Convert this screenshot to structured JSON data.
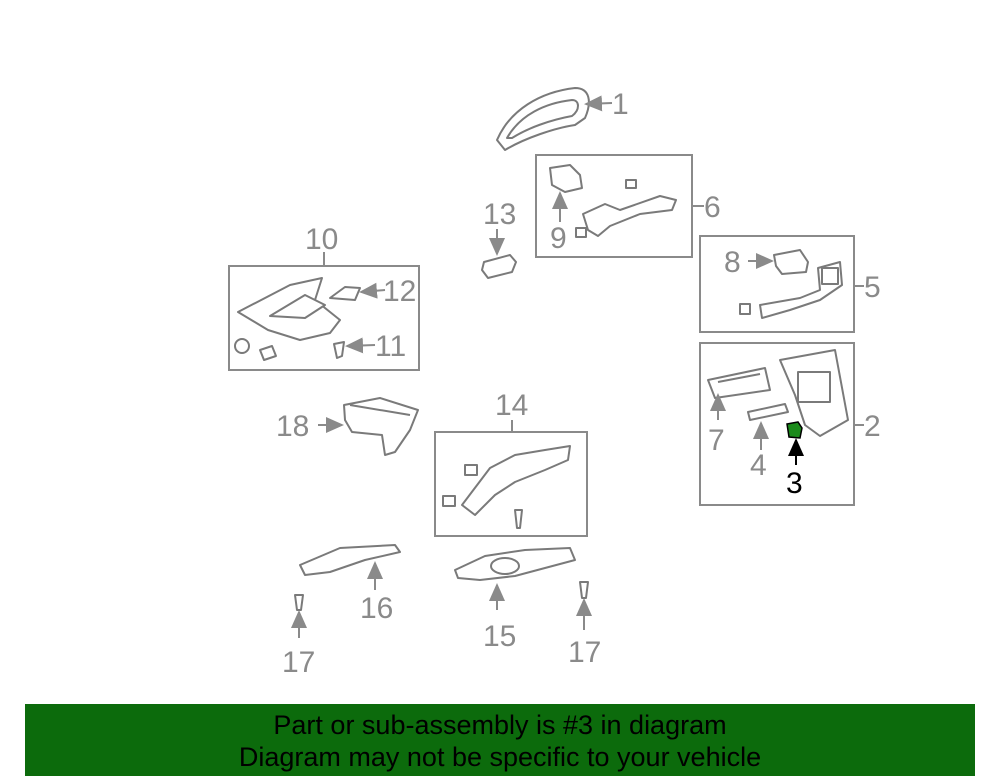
{
  "callouts": {
    "c1": "1",
    "c2": "2",
    "c3": "3",
    "c4": "4",
    "c5": "5",
    "c6": "6",
    "c7": "7",
    "c8": "8",
    "c9": "9",
    "c10": "10",
    "c11": "11",
    "c12": "12",
    "c13": "13",
    "c14": "14",
    "c15": "15",
    "c16": "16",
    "c17a": "17",
    "c17b": "17",
    "c18": "18"
  },
  "highlighted_part": "3",
  "colors": {
    "highlight": "#1a8a1a",
    "banner": "#0c6b0c",
    "line": "#8a8a8a"
  },
  "banner": {
    "line1": "Part or sub-assembly is #3 in diagram",
    "line2": "Diagram may not be specific to your vehicle"
  }
}
